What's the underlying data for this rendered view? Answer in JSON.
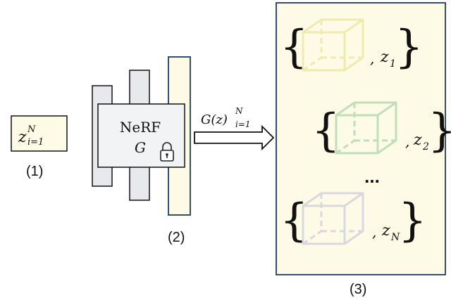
{
  "input_box": {
    "label_base": "z",
    "label_sup": "N",
    "label_sub": "i=1",
    "caption": "(1)",
    "fill": "#fdfbe6"
  },
  "generator": {
    "title": "NeRF",
    "symbol": "G",
    "caption": "(2)",
    "lock_icon": "lock-icon",
    "layer_fill": "#e8e9ec",
    "main_fill": "#f2f3f5",
    "accent_stroke": "#1f3a63",
    "accent_fill": "#fdfbe6"
  },
  "arrow": {
    "label_main": "G(z)",
    "label_sup": "N",
    "label_sub": "i=1"
  },
  "output_panel": {
    "caption": "(3)",
    "fill": "#fdfbe6",
    "stroke": "#1f3a63",
    "ellipsis": "...",
    "items": [
      {
        "latent": "z",
        "index": "1",
        "cube_color": "#efeab0"
      },
      {
        "latent": "z",
        "index": "2",
        "cube_color": "#bfe0b6"
      },
      {
        "latent": "z",
        "index": "N",
        "cube_color": "#d9d7e0"
      }
    ]
  }
}
